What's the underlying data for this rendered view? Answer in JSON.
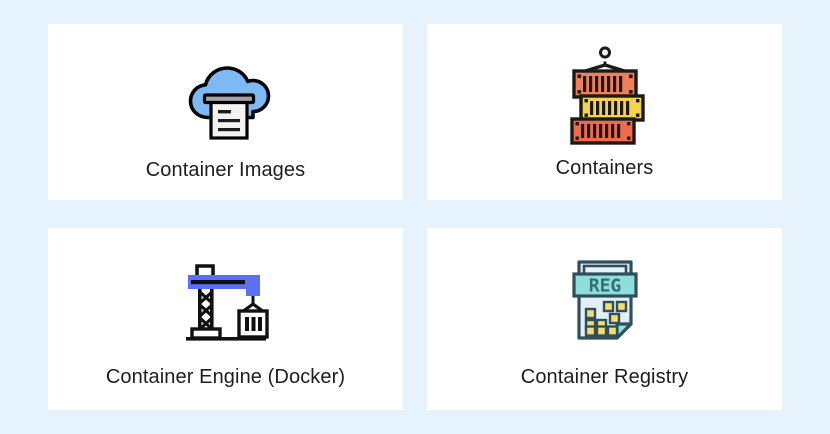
{
  "page": {
    "background_color": "#e7f3fc",
    "card_background_color": "#ffffff",
    "label_color": "#1d1d1f"
  },
  "cards": [
    {
      "id": "container-images",
      "label": "Container Images",
      "icon": "cloud-document-icon",
      "colors": {
        "cloud": "#7cb9f5",
        "document": "#f2f2f2",
        "document_top_bar": "#a6a0a8",
        "outline": "#000000",
        "lines": "#1d1d1f"
      }
    },
    {
      "id": "containers",
      "label": "Containers",
      "icon": "stacked-shipping-containers-icon",
      "colors": {
        "container_top": "#f07f5a",
        "container_middle": "#f5d44c",
        "container_bottom": "#ef6b4e",
        "outline": "#1a1a1a"
      }
    },
    {
      "id": "container-engine-docker",
      "label": "Container Engine (Docker)",
      "icon": "crane-icon",
      "colors": {
        "boom": "#5c6ff5",
        "tower": "#ffffff",
        "container": "#ffffff",
        "outline": "#111111"
      }
    },
    {
      "id": "container-registry",
      "label": "Container Registry",
      "icon": "registry-document-icon",
      "colors": {
        "paper": "#e4eef5",
        "banner": "#8fdede",
        "banner_text": "REG",
        "banner_text_color": "#2f6f74",
        "blocks": "#f7dc74",
        "fold": "#8fdede",
        "outline": "#2f4f5a"
      }
    }
  ]
}
